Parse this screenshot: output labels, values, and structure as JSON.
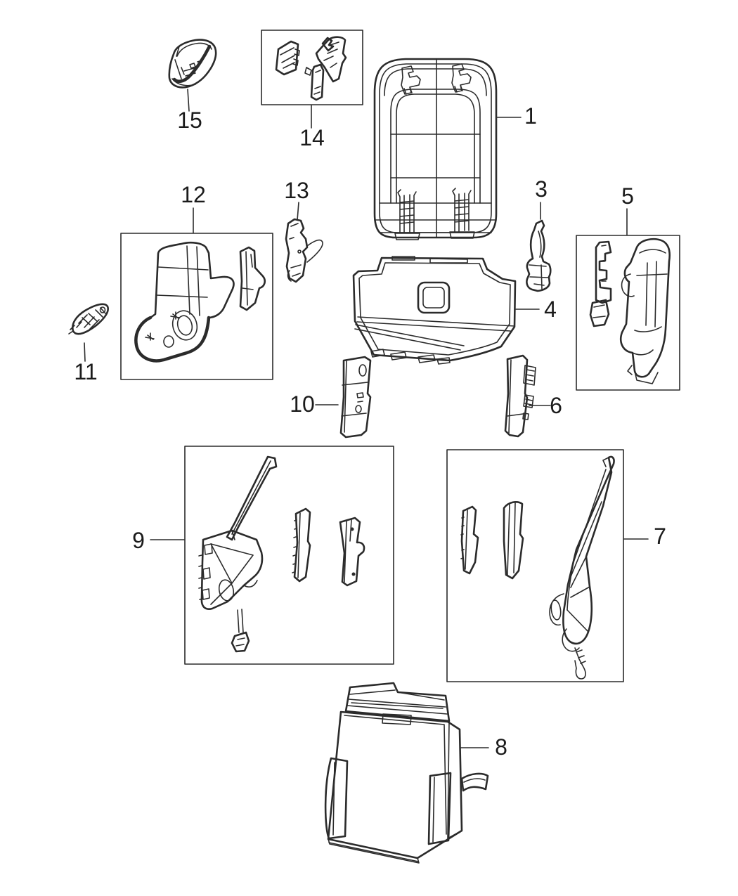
{
  "diagram": {
    "kind": "exploded-parts-diagram",
    "background_color": "#ffffff",
    "artwork_color": "#2b2b2b",
    "group_box_color": "#141414",
    "leader_line_color": "#8c8c8c",
    "callouts": {
      "c1": "1",
      "c3": "3",
      "c4": "4",
      "c5": "5",
      "c6": "6",
      "c7": "7",
      "c8": "8",
      "c9": "9",
      "c10": "10",
      "c11": "11",
      "c12": "12",
      "c13": "13",
      "c14": "14",
      "c15": "15"
    }
  }
}
